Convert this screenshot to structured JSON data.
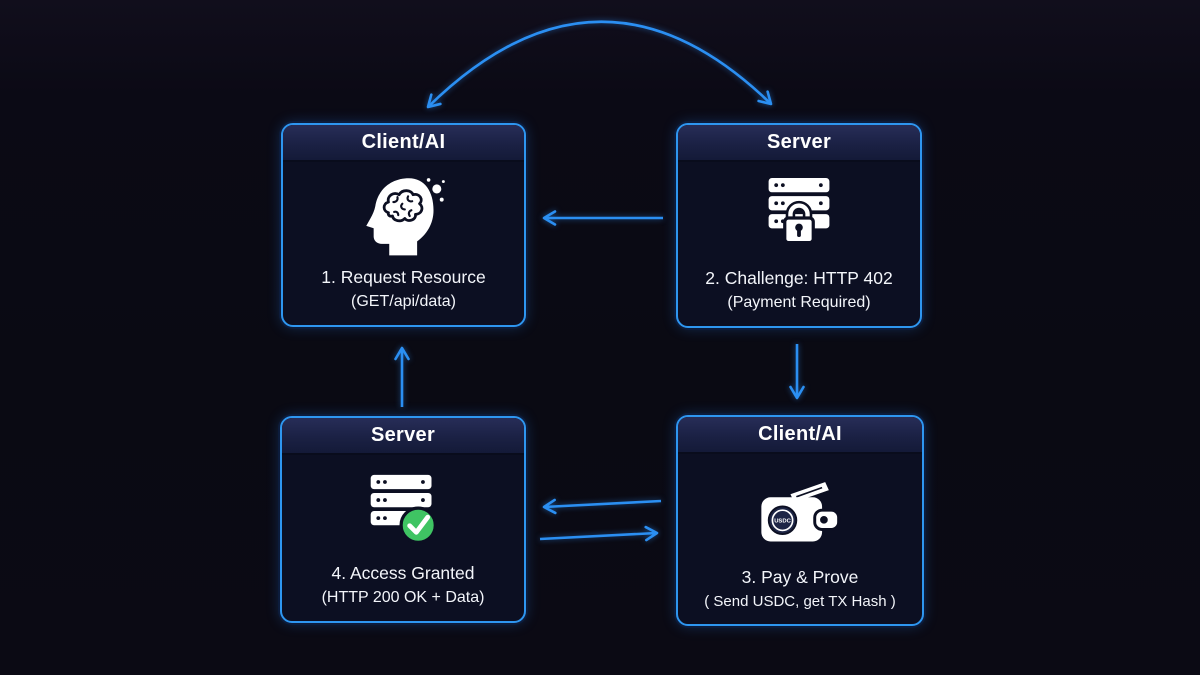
{
  "palette": {
    "background": "#0a0a13",
    "arrow_blue": "#2b8ff2",
    "box_border_blue": "#2e96f0",
    "header_navy": "#1b2144",
    "box_body": "#0c0f22",
    "text_white": "#f3f5fa",
    "success_green": "#3fc463",
    "coin_navy": "#1d2546"
  },
  "boxes": [
    {
      "id": "client-request",
      "title": "Client/AI",
      "icon": "brain-head-icon",
      "line1": "1. Request Resource",
      "line2": "(GET/api/data)"
    },
    {
      "id": "server-challenge",
      "title": "Server",
      "icon": "server-lock-icon",
      "line1": "2. Challenge: HTTP 402",
      "line2": "(Payment Required)"
    },
    {
      "id": "server-grant",
      "title": "Server",
      "icon": "server-check-icon",
      "line1": "4. Access Granted",
      "line2": "(HTTP 200 OK + Data)"
    },
    {
      "id": "client-pay",
      "title": "Client/AI",
      "icon": "wallet-usdc-icon",
      "line1": "3. Pay & Prove",
      "line2": "( Send USDC, get TX Hash )"
    }
  ],
  "icons": {
    "coin_label": "USDC"
  },
  "connections": [
    {
      "from": "client-request",
      "to": "server-challenge",
      "style": "curved-arc-top",
      "bidirectional": true
    },
    {
      "from": "server-challenge",
      "to": "client-request",
      "style": "horizontal-left"
    },
    {
      "from": "server-challenge",
      "to": "client-pay",
      "style": "vertical-down"
    },
    {
      "from": "client-pay",
      "to": "server-grant",
      "style": "horizontal-left"
    },
    {
      "from": "server-grant",
      "to": "client-pay",
      "style": "horizontal-right"
    },
    {
      "from": "server-grant",
      "to": "client-request",
      "style": "vertical-up"
    }
  ]
}
